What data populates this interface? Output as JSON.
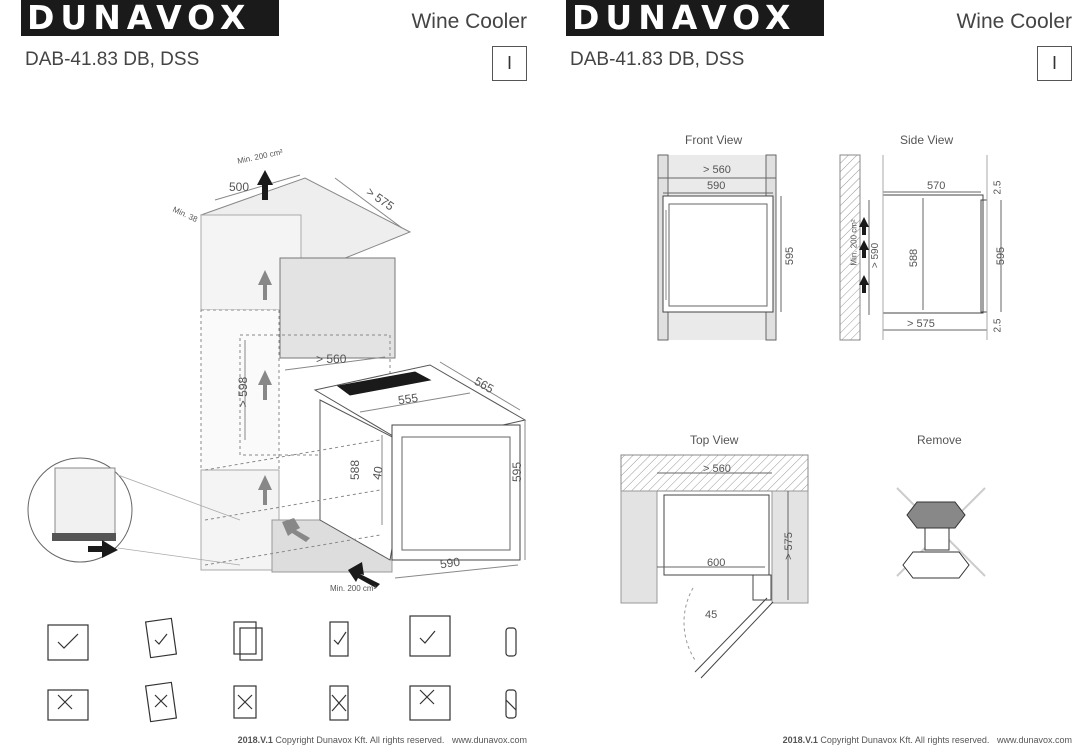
{
  "brand": "DUNAVOX",
  "product_type": "Wine Cooler",
  "model": "DAB-41.83 DB, DSS",
  "language_code": "I",
  "footer": {
    "version": "2018.V.1",
    "copyright": "Copyright Dunavox Kft. All rights reserved.",
    "website": "www.dunavox.com"
  },
  "left_dimensions": {
    "top_vent": "Min. 200 cm²",
    "width_top": "500",
    "depth_top": "> 575",
    "min_gap": "Min. 38",
    "niche_width": "> 560",
    "niche_height": "> 598",
    "unit_depth": "565",
    "unit_inner_width": "555",
    "unit_height_body": "588",
    "door_thickness": "40",
    "unit_height": "595",
    "unit_width": "590",
    "bottom_vent": "Min. 200 cm²"
  },
  "views": {
    "front": {
      "title": "Front View",
      "dims": {
        "niche": "> 560",
        "width": "590",
        "height": "595"
      }
    },
    "side": {
      "title": "Side View",
      "dims": {
        "depth": "570",
        "gap_top": "2.5",
        "gap_bottom": "2.5",
        "height": "595",
        "body": "588",
        "niche_h": "> 590",
        "niche_d": "> 575",
        "vent": "Min. 200 cm²"
      }
    },
    "top": {
      "title": "Top View",
      "dims": {
        "niche": "> 560",
        "opening": "600",
        "depth": "> 575",
        "angle": "45"
      }
    },
    "remove": {
      "title": "Remove"
    }
  },
  "colors": {
    "line": "#555555",
    "shade": "#d9d9d9",
    "dark": "#1a1a1a"
  }
}
